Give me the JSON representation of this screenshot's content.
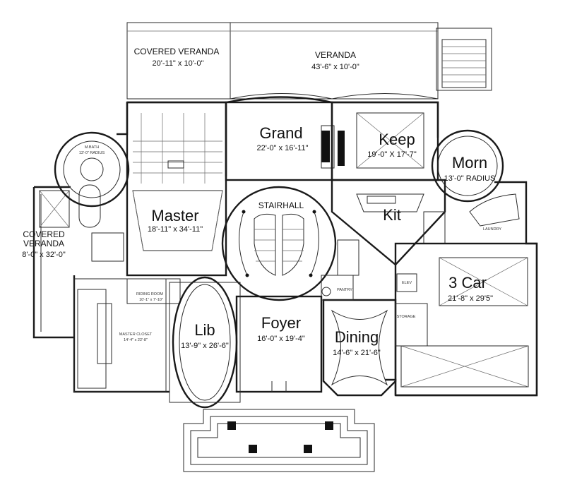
{
  "rooms": {
    "covered_veranda_top": {
      "name": "COVERED VERANDA",
      "dims": "20'-11\" x 10'-0\""
    },
    "veranda": {
      "name": "VERANDA",
      "dims": "43'-6\" x 10'-0\""
    },
    "grand": {
      "name": "Grand",
      "dims": "22'-0\" x 16'-11\""
    },
    "keep": {
      "name": "Keep",
      "dims": "19'-0\" X 17'-7\""
    },
    "morn": {
      "name": "Morn",
      "dims": "13'-0\" RADIUS"
    },
    "bath": {
      "name": "M.BATH",
      "dims": "13'-0\" RADIUS"
    },
    "master": {
      "name": "Master",
      "dims": "18'-11\" x 34'-11\""
    },
    "stairhall": {
      "name": "STAIRHALL"
    },
    "kit": {
      "name": "Kit"
    },
    "covered_veranda_left": {
      "name": "COVERED\nVERANDA",
      "line1": "COVERED",
      "line2": "VERANDA",
      "dims": "8'-0\" x 32'-0\""
    },
    "car": {
      "name": "3 Car",
      "dims": "21'-8\" x 29'5\""
    },
    "lib": {
      "name": "Lib",
      "dims": "13'-9\" x 26'-6\""
    },
    "foyer": {
      "name": "Foyer",
      "dims": "16'-0\" x 19'-4\""
    },
    "dining": {
      "name": "Dining",
      "dims": "14'-6\" x 21'-6\""
    },
    "master_closet": {
      "name": "MASTER CLOSET",
      "dims": "14'-4\" x 22'-8\""
    },
    "riding_room": {
      "name": "RIDING ROOM",
      "dims": "10'-1\" x 7'-10\""
    },
    "laundry": {
      "name": "LAUNDRY"
    },
    "pantry": {
      "name": "PANTRY"
    },
    "storage": {
      "name": "STORAGE"
    },
    "elev": {
      "name": "ELEV"
    }
  }
}
